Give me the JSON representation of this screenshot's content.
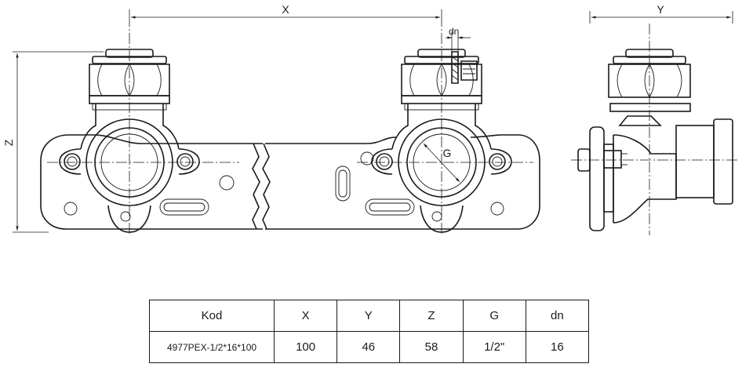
{
  "labels": {
    "x": "X",
    "y": "Y",
    "z": "Z",
    "g": "G",
    "dn": "dn"
  },
  "table": {
    "headers": [
      "Kod",
      "X",
      "Y",
      "Z",
      "G",
      "dn"
    ],
    "rows": [
      [
        "4977PEX-1/2*16*100",
        "100",
        "46",
        "58",
        "1/2\"",
        "16"
      ]
    ]
  }
}
